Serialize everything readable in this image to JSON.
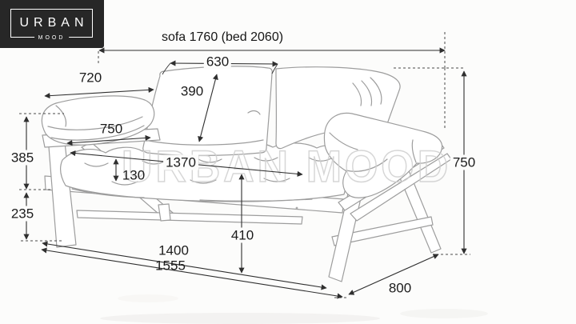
{
  "brand": {
    "name": "URBAN",
    "sub": "MOOD"
  },
  "watermark": "URBAN MOOD",
  "title": "sofa 1760 (bed 2060)",
  "dims": {
    "arm_top": "720",
    "backrest_width": "630",
    "backrest_height": "390",
    "arm_front": "750",
    "cushion_thickness": "130",
    "seat_length": "1370",
    "arm_height": "385",
    "base_height": "235",
    "seat_clearance": "410",
    "inner_base": "1400",
    "outer_base": "1555",
    "total_height": "750",
    "depth": "800"
  },
  "colors": {
    "logo_bg": "#272727",
    "dim_line": "#2f2f2f",
    "sketch": "#9d9d9d",
    "watermark": "#cfcfcf",
    "paper": "#fcfcfb"
  }
}
